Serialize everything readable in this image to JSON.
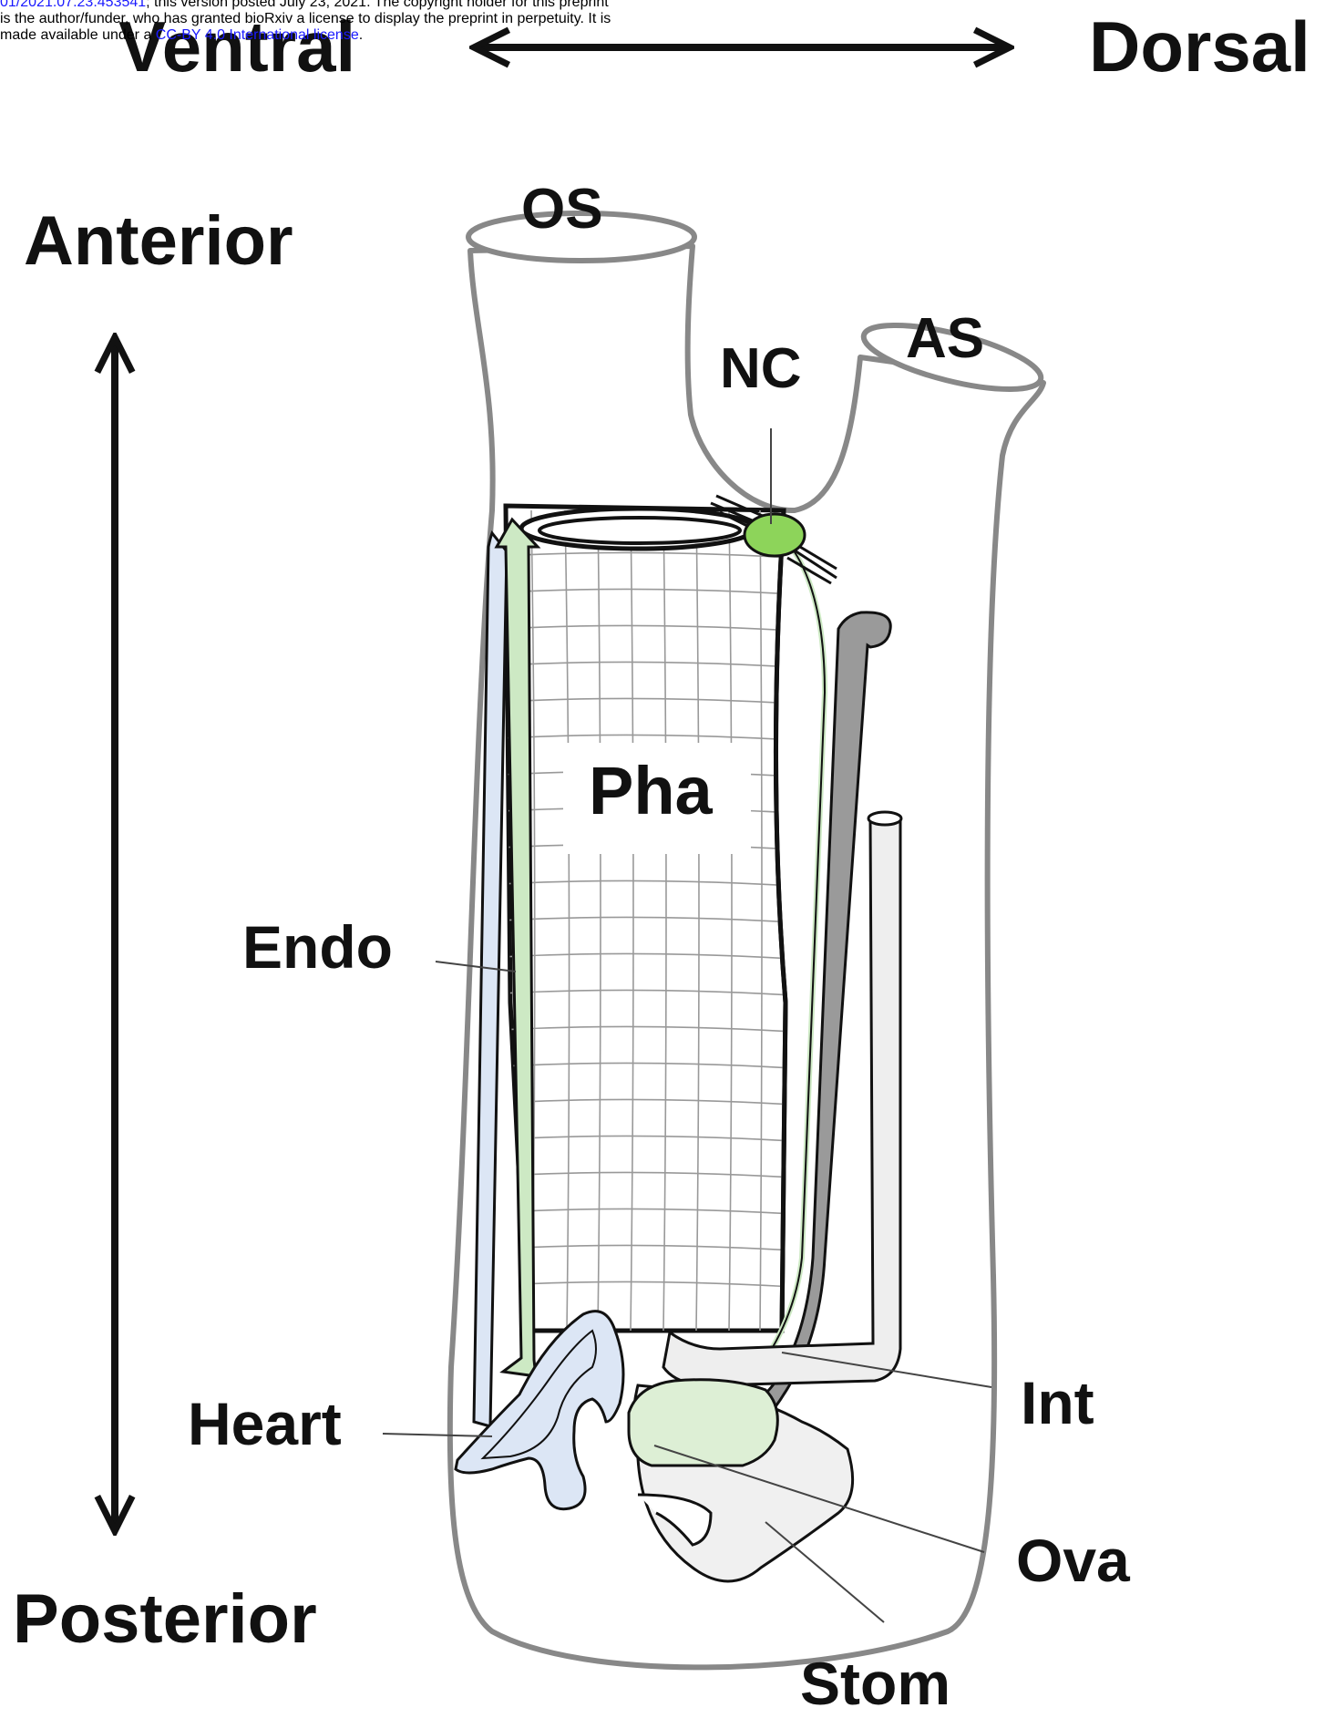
{
  "header": {
    "line1_doi": "01/2021.07.23.453541",
    "line1_rest": "; this version posted July 23, 2021. The copyright holder for this preprint",
    "line2": "is the author/funder, who has granted bioRxiv a license to display the preprint in perpetuity. It is",
    "line3_prefix": "made available under a ",
    "line3_link": "CC-BY 4.0 International license",
    "line3_suffix": "."
  },
  "axes": {
    "ventral": "Ventral",
    "dorsal": "Dorsal",
    "anterior": "Anterior",
    "posterior": "Posterior"
  },
  "labels": {
    "os": "OS",
    "as": "AS",
    "nc": "NC",
    "pha": "Pha",
    "endo": "Endo",
    "heart": "Heart",
    "int": "Int",
    "ova": "Ova",
    "stom": "Stom"
  },
  "colors": {
    "outline": "#888888",
    "ink": "#111111",
    "endostyle": "#cde9c4",
    "heart": "#dce6f5",
    "ganglion": "#8dd45a",
    "gut_dark": "#9a9a9a",
    "intestine": "#eeeeee",
    "ovary": "#ddefd5",
    "stomach": "#f0f0f0",
    "grid": "#999999"
  }
}
